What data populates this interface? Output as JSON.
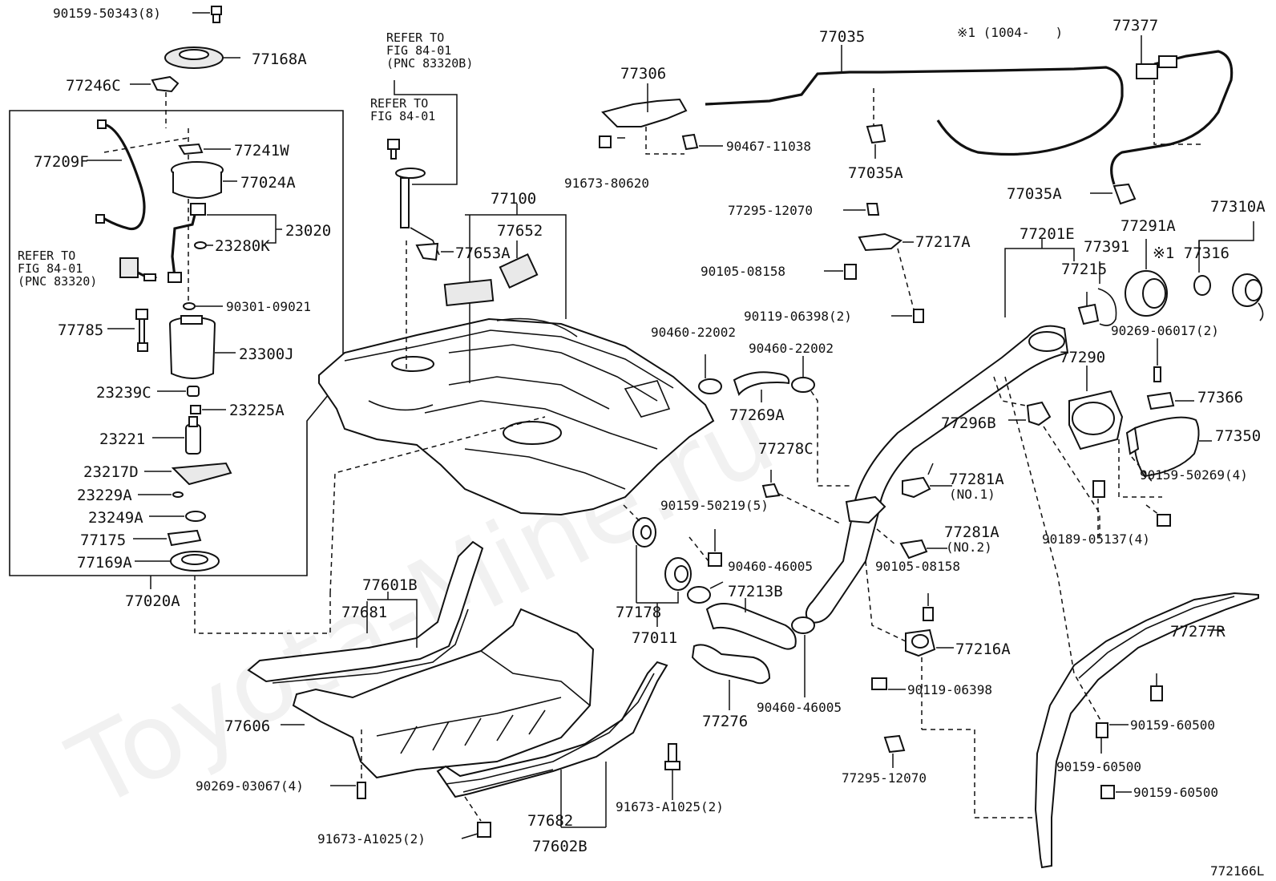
{
  "watermark": "Toyota-Mine.ru",
  "diagram_id": "772166L",
  "date_note": "※1 (1004-　　)",
  "refs": {
    "ref_top": [
      "REFER TO",
      "FIG 84-01",
      "(PNC 83320B)"
    ],
    "ref_mid": [
      "REFER TO",
      "FIG 84-01"
    ],
    "ref_left": [
      "REFER TO",
      "FIG 84-01",
      "(PNC 83320)"
    ]
  },
  "labels": [
    {
      "id": "p1",
      "text": "90159-50343(8)"
    },
    {
      "id": "p2",
      "text": "77168A"
    },
    {
      "id": "p3",
      "text": "77246C"
    },
    {
      "id": "p4",
      "text": "77209F"
    },
    {
      "id": "p5",
      "text": "77241W"
    },
    {
      "id": "p6",
      "text": "77024A"
    },
    {
      "id": "p7",
      "text": "23020"
    },
    {
      "id": "p8",
      "text": "23280K"
    },
    {
      "id": "p9",
      "text": "90301-09021"
    },
    {
      "id": "p10",
      "text": "77785"
    },
    {
      "id": "p11",
      "text": "23300J"
    },
    {
      "id": "p12",
      "text": "23239C"
    },
    {
      "id": "p13",
      "text": "23225A"
    },
    {
      "id": "p14",
      "text": "23221"
    },
    {
      "id": "p15",
      "text": "23217D"
    },
    {
      "id": "p16",
      "text": "23229A"
    },
    {
      "id": "p17",
      "text": "23249A"
    },
    {
      "id": "p18",
      "text": "77175"
    },
    {
      "id": "p19",
      "text": "77169A"
    },
    {
      "id": "p20",
      "text": "77020A"
    },
    {
      "id": "p21",
      "text": "77100"
    },
    {
      "id": "p22",
      "text": "77652"
    },
    {
      "id": "p23",
      "text": "77653A"
    },
    {
      "id": "p24",
      "text": "77306"
    },
    {
      "id": "p25",
      "text": "91673-80620"
    },
    {
      "id": "p26",
      "text": "90467-11038"
    },
    {
      "id": "p27",
      "text": "77035"
    },
    {
      "id": "p28",
      "text": "77035A"
    },
    {
      "id": "p29",
      "text": "77377"
    },
    {
      "id": "p30",
      "text": "77035A"
    },
    {
      "id": "p31",
      "text": "77295-12070"
    },
    {
      "id": "p32",
      "text": "77217A"
    },
    {
      "id": "p33",
      "text": "90105-08158"
    },
    {
      "id": "p34",
      "text": "90119-06398(2)"
    },
    {
      "id": "p35",
      "text": "90460-22002"
    },
    {
      "id": "p36",
      "text": "90460-22002"
    },
    {
      "id": "p37",
      "text": "77269A"
    },
    {
      "id": "p38",
      "text": "77201E"
    },
    {
      "id": "p39",
      "text": "77215"
    },
    {
      "id": "p40",
      "text": "77391"
    },
    {
      "id": "p41",
      "text": "77291A"
    },
    {
      "id": "p42",
      "text": "77310A"
    },
    {
      "id": "p43",
      "text": "※1 77316"
    },
    {
      "id": "p44",
      "text": "90269-06017(2)"
    },
    {
      "id": "p45",
      "text": "77290"
    },
    {
      "id": "p46",
      "text": "77366"
    },
    {
      "id": "p47",
      "text": "77350"
    },
    {
      "id": "p48",
      "text": "90159-50269(4)"
    },
    {
      "id": "p49",
      "text": "90189-05137(4)"
    },
    {
      "id": "p50",
      "text": "77296B"
    },
    {
      "id": "p51",
      "text": "77278C"
    },
    {
      "id": "p52",
      "text": "77281A"
    },
    {
      "id": "p53",
      "text": "(NO.1)"
    },
    {
      "id": "p54",
      "text": "77281A"
    },
    {
      "id": "p55",
      "text": "(NO.2)"
    },
    {
      "id": "p56",
      "text": "90159-50219(5)"
    },
    {
      "id": "p57",
      "text": "90460-46005"
    },
    {
      "id": "p58",
      "text": "77213B"
    },
    {
      "id": "p59",
      "text": "77178"
    },
    {
      "id": "p60",
      "text": "77011"
    },
    {
      "id": "p61",
      "text": "77276"
    },
    {
      "id": "p62",
      "text": "90460-46005"
    },
    {
      "id": "p63",
      "text": "90105-08158"
    },
    {
      "id": "p64",
      "text": "77216A"
    },
    {
      "id": "p65",
      "text": "90119-06398"
    },
    {
      "id": "p66",
      "text": "77295-12070"
    },
    {
      "id": "p67",
      "text": "77277R"
    },
    {
      "id": "p68",
      "text": "90159-60500"
    },
    {
      "id": "p69",
      "text": "90159-60500"
    },
    {
      "id": "p70",
      "text": "90159-60500"
    },
    {
      "id": "p71",
      "text": "77601B"
    },
    {
      "id": "p72",
      "text": "77681"
    },
    {
      "id": "p73",
      "text": "77606"
    },
    {
      "id": "p74",
      "text": "90269-03067(4)"
    },
    {
      "id": "p75",
      "text": "91673-A1025(2)"
    },
    {
      "id": "p76",
      "text": "77682"
    },
    {
      "id": "p77",
      "text": "77602B"
    },
    {
      "id": "p78",
      "text": "91673-A1025(2)"
    }
  ]
}
